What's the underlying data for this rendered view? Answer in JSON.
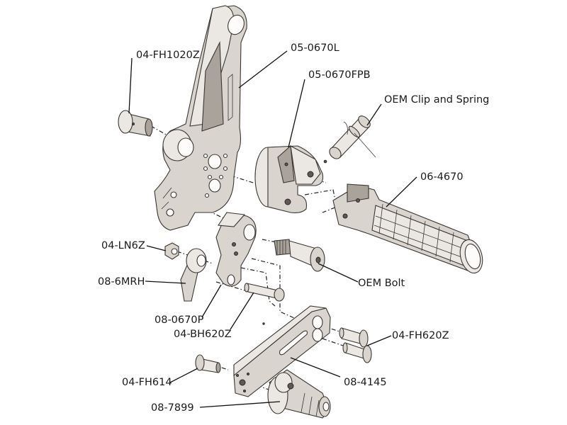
{
  "diagram": {
    "type": "exploded-parts-view",
    "subject": "rearset foot peg assembly",
    "parts": {
      "fh1020z": "04-FH1020Z",
      "bracket_l": "05-0670L",
      "fpb": "05-0670FPB",
      "oem_clip": "OEM Clip and Spring",
      "peg": "06-4670",
      "ln6z": "04-LN6Z",
      "mrh": "08-6MRH",
      "oem_bolt": "OEM Bolt",
      "p0670": "08-0670P",
      "bh620z": "04-BH620Z",
      "fh620z": "04-FH620Z",
      "fh614": "04-FH614",
      "lever": "08-4145",
      "toe_peg": "08-7899"
    }
  }
}
